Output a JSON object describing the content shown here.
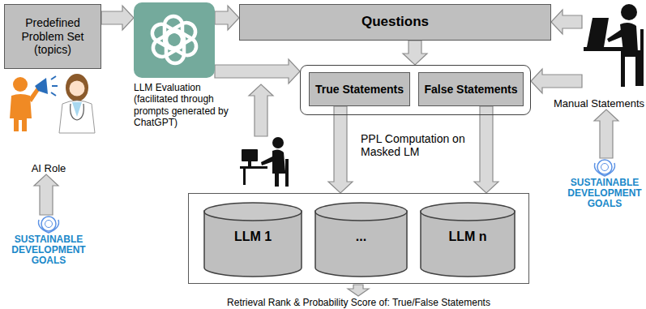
{
  "diagram": {
    "nodes": [
      {
        "text": [
          "Predefined Problem Set (topics)"
        ]
      },
      {
        "text": [
          "LLM Evaluation (facilitated through prompts generated by ChatGPT)"
        ]
      },
      {
        "text": [
          "Questions"
        ]
      },
      {
        "text": [
          "Manual Statements"
        ]
      },
      {
        "text": []
      },
      {
        "text": [
          "True Statements"
        ],
        "in": 4
      },
      {
        "text": [
          "False Statements"
        ],
        "in": 4
      },
      {
        "text": [
          "AI Role"
        ]
      },
      {
        "text": []
      },
      {
        "text": [
          "LLM 1"
        ],
        "in": 8
      },
      {
        "text": [
          "..."
        ],
        "in": 8
      },
      {
        "text": [
          "LLM n"
        ],
        "in": 8
      },
      {
        "text": [
          "SUSTAINABLE DEVELOPMENT GOALS"
        ]
      },
      {
        "text": [
          "SUSTAINABLE DEVELOPMENT GOALS"
        ]
      }
    ],
    "edges": [
      {
        "from": 0,
        "to": 1,
        "arrow": "to"
      },
      {
        "from": 1,
        "to": 2,
        "arrow": "to"
      },
      {
        "from": 1,
        "to": 4,
        "arrow": "to"
      },
      {
        "from": 3,
        "to": 2,
        "arrow": "to"
      },
      {
        "from": 3,
        "to": 4,
        "arrow": "to"
      },
      {
        "from": 2,
        "to": 4,
        "arrow": "to"
      },
      {
        "from": 5,
        "to": 8,
        "arrow": "to"
      },
      {
        "from": 6,
        "to": 8,
        "arrow": "to"
      },
      {
        "from": 12,
        "to": 7,
        "arrow": "to"
      },
      {
        "from": 13,
        "to": 3,
        "arrow": "to"
      }
    ],
    "labels": [
      "PPL Computation on Masked LM",
      "Retrieval Rank & Probability Score of: True/False Statements"
    ]
  }
}
